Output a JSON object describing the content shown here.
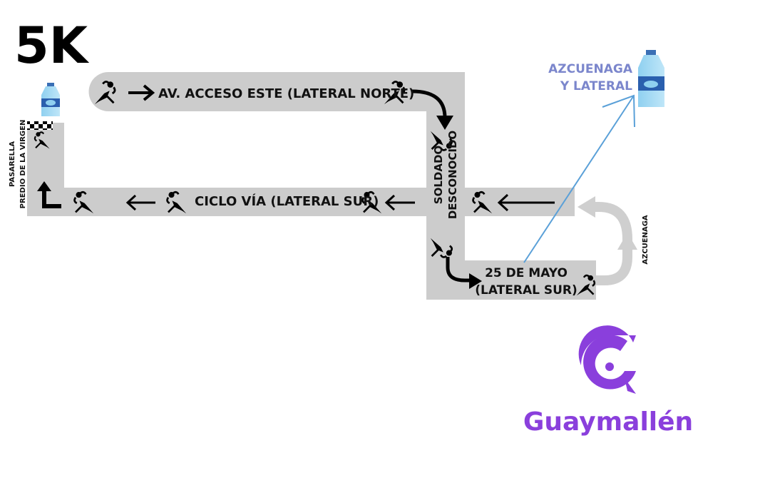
{
  "title": "5K",
  "streets": {
    "top": "AV. ACCESO ESTE (LATERAL NORTE)",
    "middle": "CICLO VÍA (LATERAL SUR)",
    "vertical_line1": "SOLDADO",
    "vertical_line2": "DESCONOCIDO",
    "bottom_line1": "25 DE MAYO",
    "bottom_line2": "(LATERAL SUR)",
    "right_vertical": "AZCUENAGA",
    "left_line1": "PASARELLA",
    "left_line2": "PREDIO DE LA VIRGEN"
  },
  "water_station": {
    "line1": "AZCUENAGA",
    "line2": "Y LATERAL"
  },
  "icons": [
    "runner-icon",
    "arrow-icon",
    "water-bottle-icon",
    "checkered-flag-icon",
    "guaymallen-logo-icon"
  ],
  "brand": {
    "name": "Guaymallén"
  },
  "colors": {
    "road": "#cccccc",
    "water_label": "#7b86cc",
    "pointer_line": "#5aa0d8",
    "brand": "#8a3fdc"
  }
}
